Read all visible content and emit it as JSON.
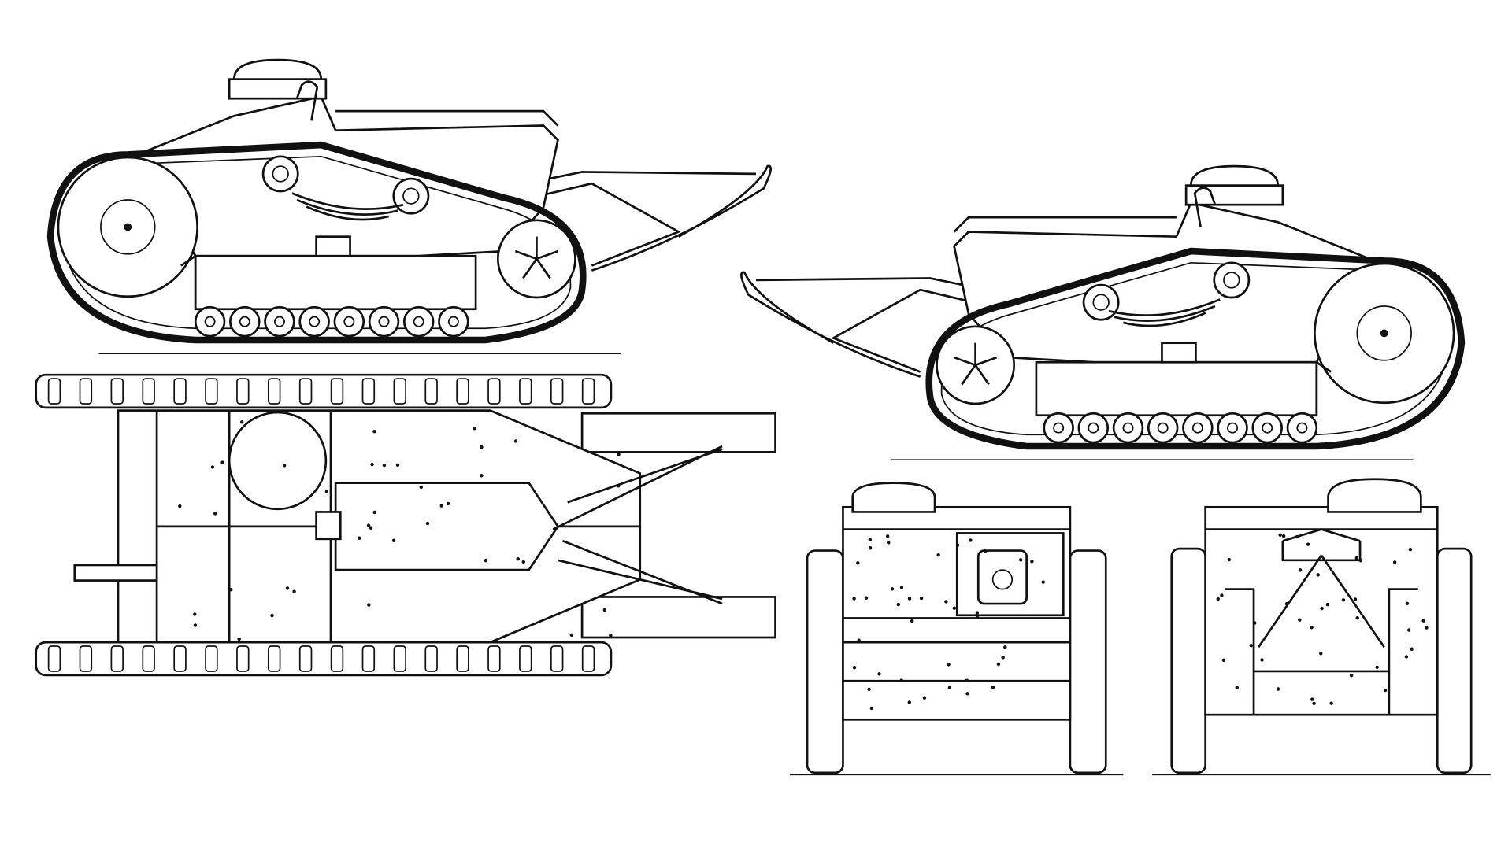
{
  "drawing": {
    "views": [
      "side-left",
      "side-right",
      "top",
      "front",
      "rear"
    ],
    "colors": {
      "line": "#111111",
      "background": "#ffffff"
    }
  }
}
